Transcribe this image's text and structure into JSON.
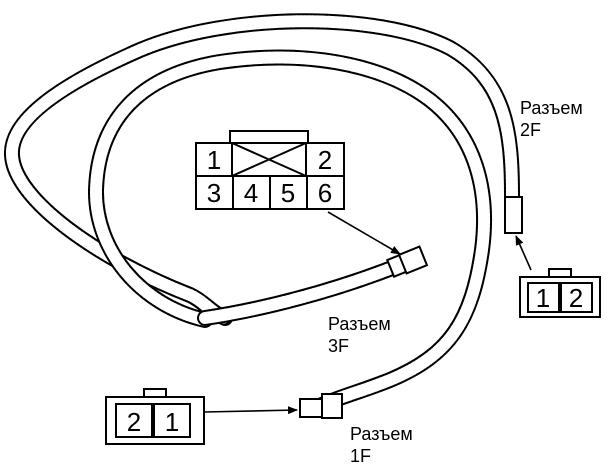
{
  "connectors": {
    "3F": {
      "label_line1": "Разъем",
      "label_line2": "3F",
      "pins_top": [
        "1",
        "2"
      ],
      "pins_bottom": [
        "3",
        "4",
        "5",
        "6"
      ]
    },
    "2F": {
      "label_line1": "Разъем",
      "label_line2": "2F",
      "pins": [
        "1",
        "2"
      ]
    },
    "1F": {
      "label_line1": "Разъем",
      "label_line2": "1F",
      "pins": [
        "2",
        "1"
      ]
    }
  }
}
